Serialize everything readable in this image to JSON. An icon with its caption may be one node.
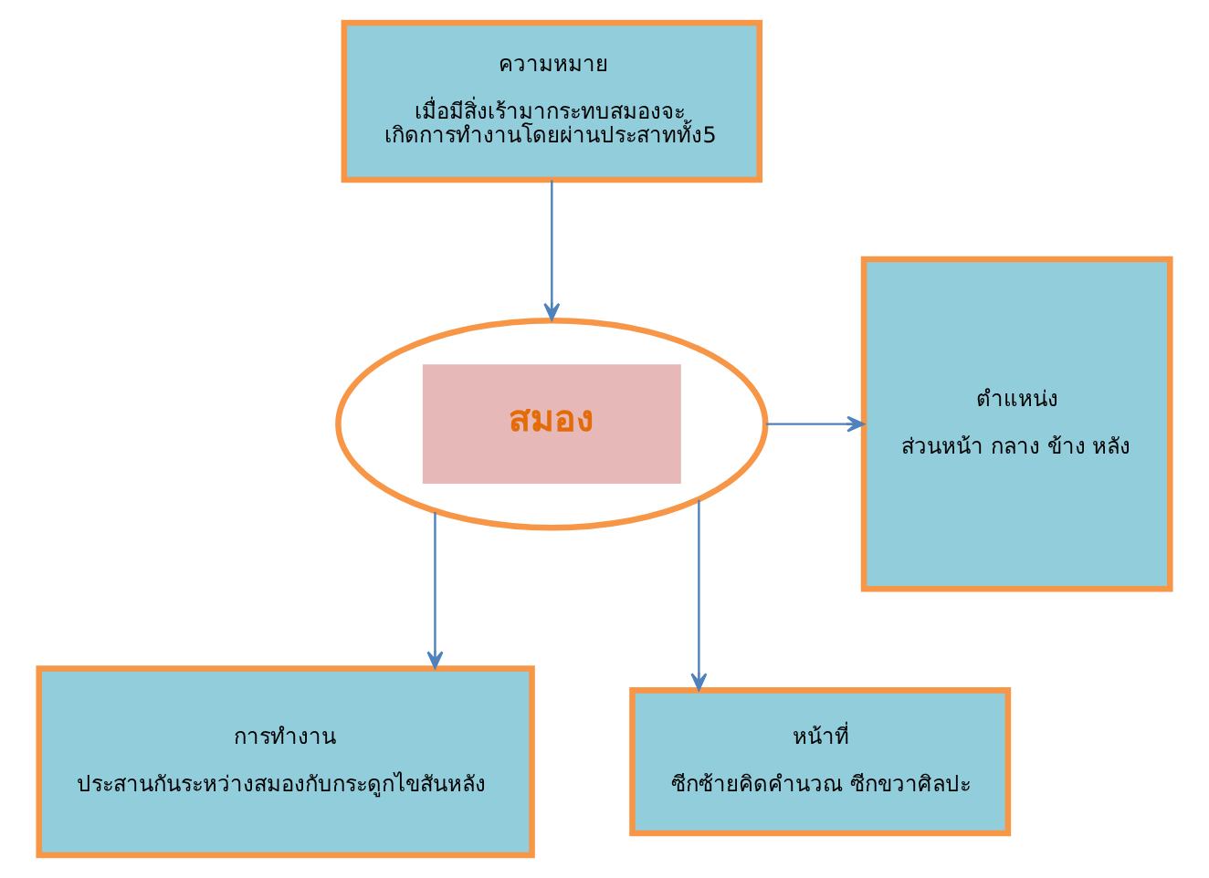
{
  "diagram": {
    "nodes": [
      {
        "text": [
          "ความหมาย",
          "เมื่อมีสิ่งเร้ามากระทบสมองจะเกิดการทำงานโดยผ่านประสาททั้ง5"
        ]
      },
      {
        "text": [
          "สมอง"
        ]
      },
      {
        "text": [
          "ตำแหน่ง",
          "ส่วนหน้า กลาง ข้าง หลัง"
        ]
      },
      {
        "text": [
          "การทำงาน",
          "ประสานกันระหว่างสมองกับกระดูกไขสันหลัง"
        ]
      },
      {
        "text": [
          "หน้าที่",
          "ซีกซ้ายคิดคำนวณ ซีกขวาศิลปะ"
        ]
      }
    ],
    "edges": [
      {
        "from": 0,
        "to": 1,
        "arrow": "to"
      },
      {
        "from": 1,
        "to": 2,
        "arrow": "to"
      },
      {
        "from": 1,
        "to": 3,
        "arrow": "to"
      },
      {
        "from": 1,
        "to": 4,
        "arrow": "to"
      }
    ]
  }
}
